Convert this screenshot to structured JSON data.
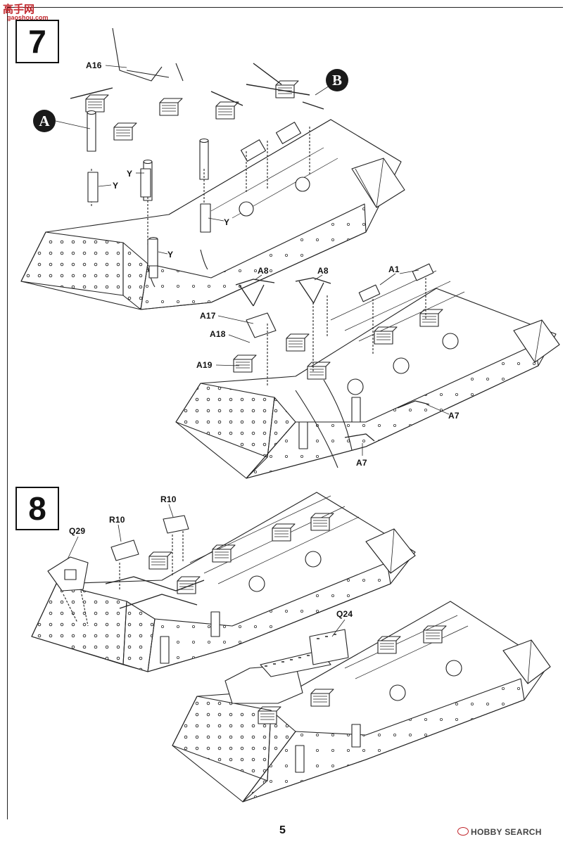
{
  "watermark": {
    "chars": "高手网",
    "domain": "gaoshou.com"
  },
  "steps": [
    {
      "number": "7"
    },
    {
      "number": "8"
    }
  ],
  "refs": [
    "A",
    "B"
  ],
  "step7_labels": {
    "a16": "A16",
    "y1": "Y",
    "y2": "Y",
    "y3": "Y",
    "y4": "Y",
    "a8a": "A8",
    "a8b": "A8",
    "a1": "A1",
    "a17": "A17",
    "a18": "A18",
    "a19": "A19",
    "a7a": "A7",
    "a7b": "A7"
  },
  "step8_labels": {
    "q29": "Q29",
    "r10a": "R10",
    "r10b": "R10",
    "q24": "Q24"
  },
  "footer": {
    "page_number": "5",
    "brand": "HOBBY SEARCH"
  }
}
